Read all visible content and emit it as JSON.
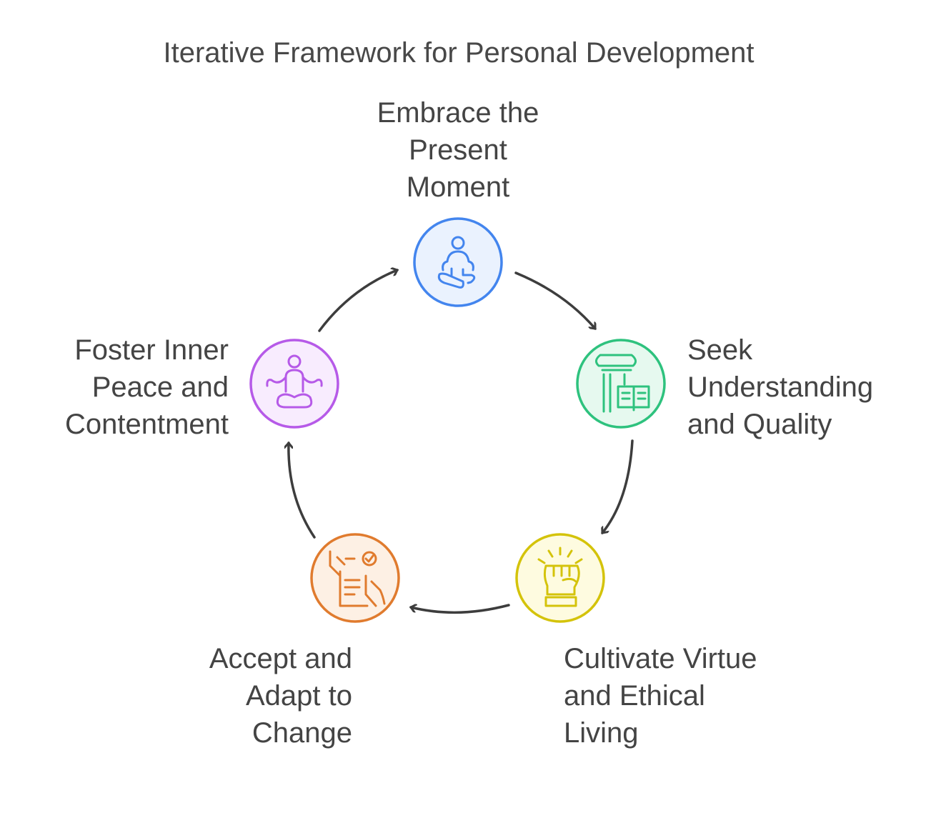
{
  "title": "Iterative Framework for Personal Development",
  "colors": {
    "arrow": "#3d3d3d",
    "text": "#444444"
  },
  "steps": [
    {
      "lines": [
        "Embrace the",
        "Present",
        "Moment"
      ],
      "icon": "meditating-person-icon",
      "stroke": "#4385ee",
      "fill": "#eaf2fe"
    },
    {
      "lines": [
        "Seek",
        "Understanding",
        "and Quality"
      ],
      "icon": "column-book-icon",
      "stroke": "#2ec27e",
      "fill": "#e6f9ef"
    },
    {
      "lines": [
        "Cultivate Virtue",
        "and Ethical",
        "Living"
      ],
      "icon": "raised-fist-icon",
      "stroke": "#d4c30a",
      "fill": "#fefbe0"
    },
    {
      "lines": [
        "Accept and",
        "Adapt to",
        "Change"
      ],
      "icon": "checklist-hands-icon",
      "stroke": "#e07b2e",
      "fill": "#fdf0e4"
    },
    {
      "lines": [
        "Foster Inner",
        "Peace and",
        "Contentment"
      ],
      "icon": "lotus-meditation-icon",
      "stroke": "#b65ae8",
      "fill": "#f8ecfe"
    }
  ]
}
